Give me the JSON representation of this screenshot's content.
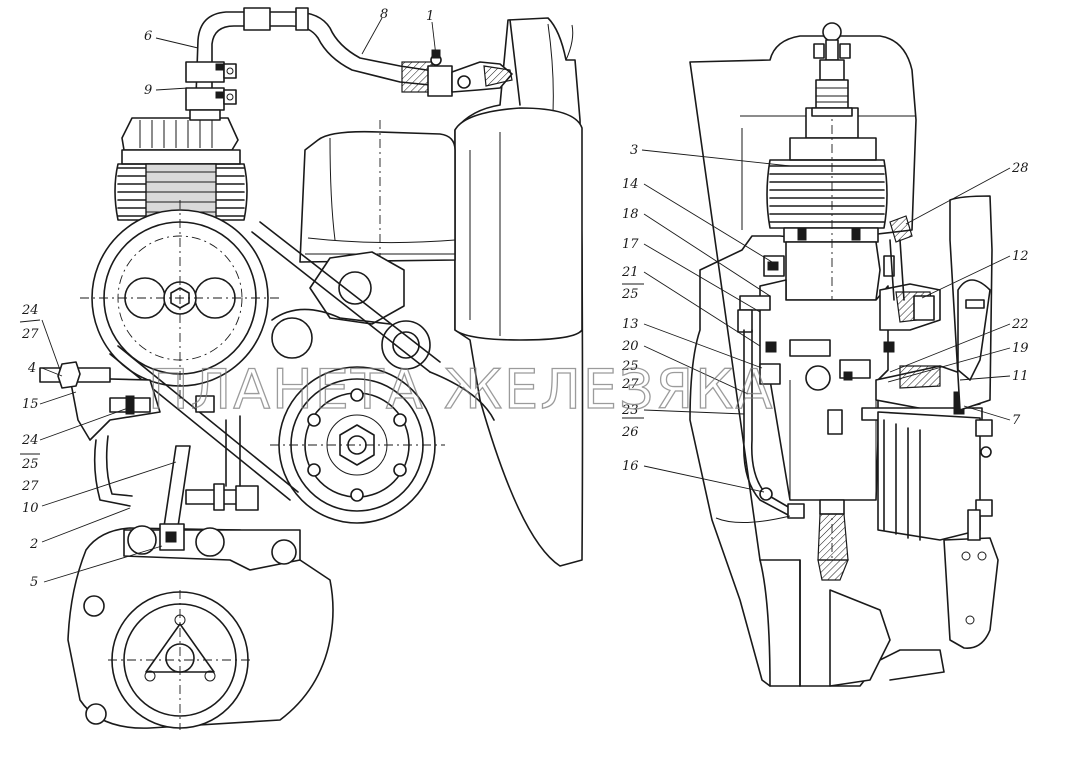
{
  "watermark": "ПЛАНЕТА ЖЕЛЕЗЯКА",
  "left_view": {
    "callouts": [
      {
        "id": "1",
        "label": "1"
      },
      {
        "id": "6",
        "label": "6"
      },
      {
        "id": "8",
        "label": "8"
      },
      {
        "id": "9",
        "label": "9"
      },
      {
        "id": "24a",
        "label": "24"
      },
      {
        "id": "27a",
        "label": "27"
      },
      {
        "id": "4",
        "label": "4"
      },
      {
        "id": "15",
        "label": "15"
      },
      {
        "id": "24b",
        "label": "24"
      },
      {
        "id": "25a",
        "label": "25"
      },
      {
        "id": "27b",
        "label": "27"
      },
      {
        "id": "10",
        "label": "10"
      },
      {
        "id": "2",
        "label": "2"
      },
      {
        "id": "5",
        "label": "5"
      }
    ]
  },
  "right_view": {
    "callouts": [
      {
        "id": "3",
        "label": "3"
      },
      {
        "id": "14",
        "label": "14"
      },
      {
        "id": "18",
        "label": "18"
      },
      {
        "id": "17",
        "label": "17"
      },
      {
        "id": "21",
        "label": "21"
      },
      {
        "id": "25b",
        "label": "25"
      },
      {
        "id": "13",
        "label": "13"
      },
      {
        "id": "20",
        "label": "20"
      },
      {
        "id": "25c",
        "label": "25"
      },
      {
        "id": "27c",
        "label": "27"
      },
      {
        "id": "23",
        "label": "23"
      },
      {
        "id": "26",
        "label": "26"
      },
      {
        "id": "16",
        "label": "16"
      },
      {
        "id": "28",
        "label": "28"
      },
      {
        "id": "12",
        "label": "12"
      },
      {
        "id": "22",
        "label": "22"
      },
      {
        "id": "19",
        "label": "19"
      },
      {
        "id": "11",
        "label": "11"
      },
      {
        "id": "7",
        "label": "7"
      }
    ]
  }
}
